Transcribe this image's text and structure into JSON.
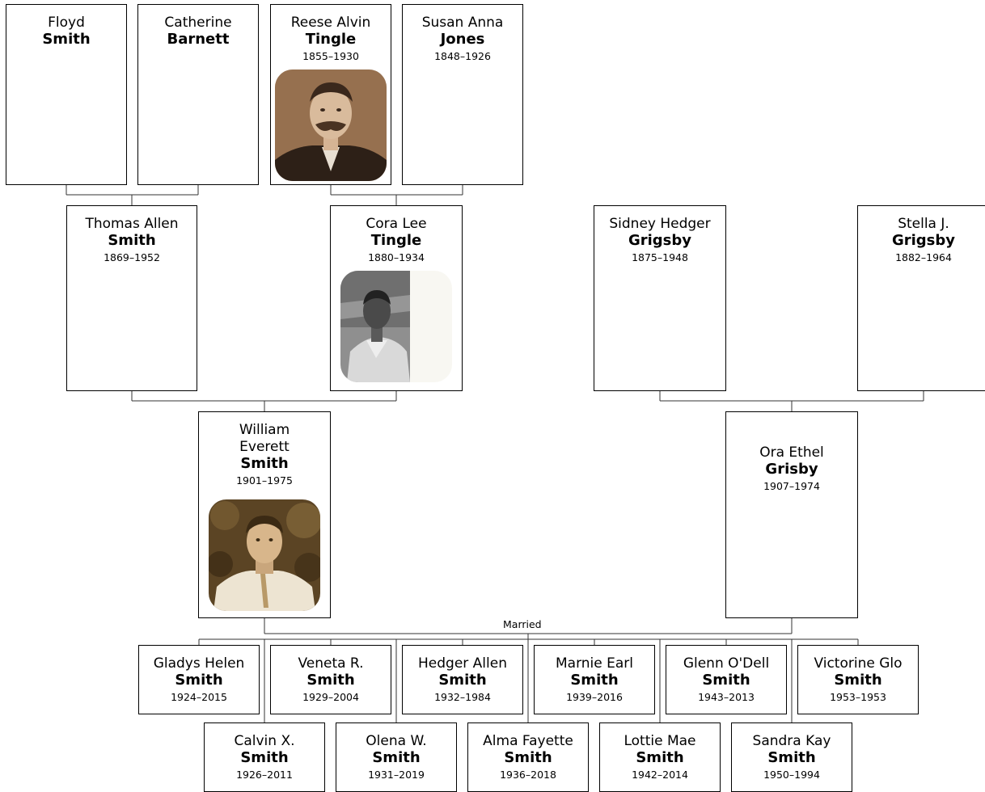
{
  "married_label": "Married",
  "colors": {
    "border": "#000000",
    "line": "#333333",
    "background": "#ffffff"
  },
  "people": {
    "floyd": {
      "given": "Floyd",
      "surname": "Smith",
      "years": ""
    },
    "catherine": {
      "given": "Catherine",
      "surname": "Barnett",
      "years": ""
    },
    "reese": {
      "given": "Reese Alvin",
      "surname": "Tingle",
      "years": "1855–1930"
    },
    "susan": {
      "given": "Susan Anna",
      "surname": "Jones",
      "years": "1848–1926"
    },
    "thomas": {
      "given": "Thomas Allen",
      "surname": "Smith",
      "years": "1869–1952"
    },
    "cora": {
      "given": "Cora Lee",
      "surname": "Tingle",
      "years": "1880–1934"
    },
    "sidney": {
      "given": "Sidney Hedger",
      "surname": "Grigsby",
      "years": "1875–1948"
    },
    "stella": {
      "given": "Stella J.",
      "surname": "Grigsby",
      "years": "1882–1964"
    },
    "william": {
      "given": "William Everett",
      "surname": "Smith",
      "years": "1901–1975"
    },
    "ora": {
      "given": "Ora Ethel",
      "surname": "Grisby",
      "years": "1907–1974"
    },
    "gladys": {
      "given": "Gladys Helen",
      "surname": "Smith",
      "years": "1924–2015"
    },
    "calvin": {
      "given": "Calvin X.",
      "surname": "Smith",
      "years": "1926–2011"
    },
    "veneta": {
      "given": "Veneta R.",
      "surname": "Smith",
      "years": "1929–2004"
    },
    "olena": {
      "given": "Olena W.",
      "surname": "Smith",
      "years": "1931–2019"
    },
    "hedger": {
      "given": "Hedger Allen",
      "surname": "Smith",
      "years": "1932–1984"
    },
    "alma": {
      "given": "Alma Fayette",
      "surname": "Smith",
      "years": "1936–2018"
    },
    "marnie": {
      "given": "Marnie Earl",
      "surname": "Smith",
      "years": "1939–2016"
    },
    "lottie": {
      "given": "Lottie Mae",
      "surname": "Smith",
      "years": "1942–2014"
    },
    "glenn": {
      "given": "Glenn O'Dell",
      "surname": "Smith",
      "years": "1943–2013"
    },
    "sandra": {
      "given": "Sandra Kay",
      "surname": "Smith",
      "years": "1950–1994"
    },
    "victorine": {
      "given": "Victorine Glo",
      "surname": "Smith",
      "years": "1953–1953"
    }
  }
}
